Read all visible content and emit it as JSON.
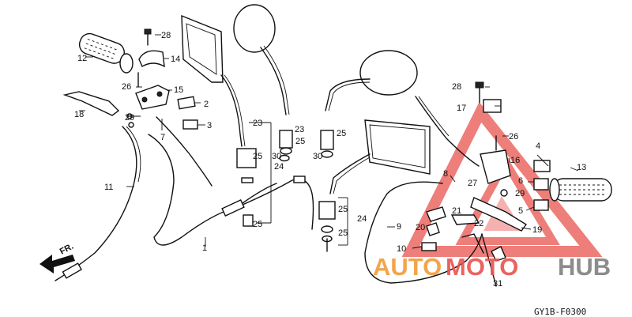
{
  "diagram": {
    "part_labels": [
      "1",
      "2",
      "3",
      "4",
      "5",
      "6",
      "7",
      "8",
      "9",
      "10",
      "11",
      "12",
      "13",
      "14",
      "15",
      "16",
      "17",
      "18",
      "19",
      "20",
      "21",
      "22",
      "23",
      "24",
      "25",
      "26",
      "27",
      "28",
      "29",
      "30",
      "31"
    ],
    "direction_label": "FR.",
    "drawing_code": "GY1B-F0300"
  },
  "watermark": {
    "text_auto": "AUTO",
    "text_moto": "MOTO",
    "text_hub": "HUB",
    "color_red": "#e8534e",
    "color_orange": "#f2a54a",
    "color_gray": "#8c8c8c"
  }
}
